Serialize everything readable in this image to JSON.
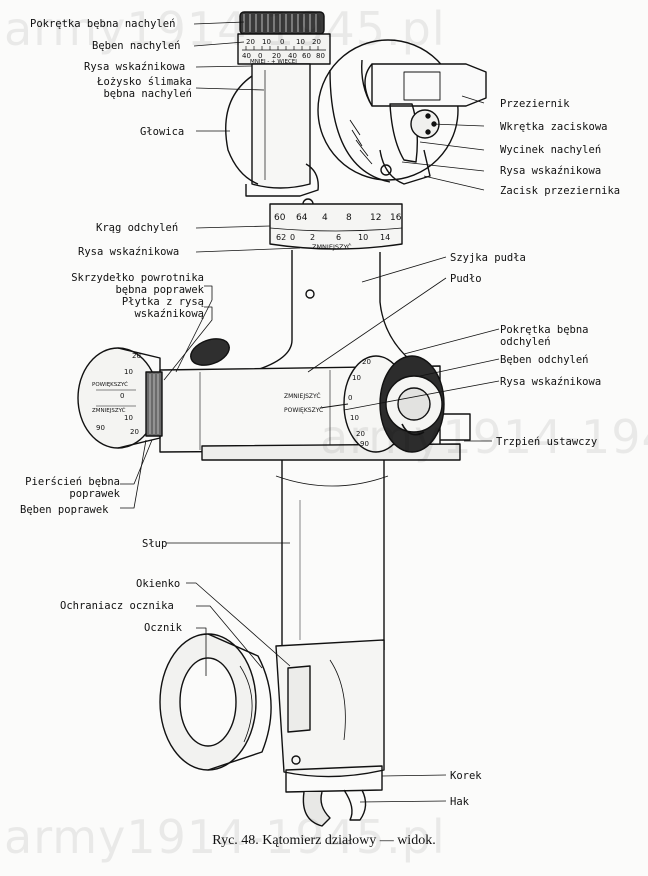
{
  "caption": "Ryc. 48. Kątomierz działowy — widok.",
  "watermark": "army1914-1945.pl",
  "labels_left": {
    "pokretka_bebna_nachylen": "Pokrętka bębna nachyleń",
    "beben_nachylen": "Bęben nachyleń",
    "rysa_wskaznikowa_1": "Rysa wskaźnikowa",
    "lozysko_1": "Łożysko ślimaka",
    "lozysko_2": "bębna nachyleń",
    "glowica": "Głowica",
    "krag_odchylen": "Krąg odchyleń",
    "rysa_wskaznikowa_2": "Rysa wskaźnikowa",
    "skrzydelko_1": "Skrzydełko powrotnika",
    "skrzydelko_2": "bębna poprawek",
    "plytka_1": "Płytka z rysą",
    "plytka_2": "wskaźnikową",
    "pierscien_1": "Pierścień bębna",
    "pierscien_2": "poprawek",
    "beben_poprawek": "Bęben poprawek",
    "slup": "Słup",
    "okienko": "Okienko",
    "ochraniacz": "Ochraniacz ocznika",
    "ocznik": "Ocznik"
  },
  "labels_right": {
    "przeziernik": "Przeziernik",
    "wkretka": "Wkrętka zaciskowa",
    "wycinek": "Wycinek nachyleń",
    "rysa_wskaznikowa_3": "Rysa wskaźnikowa",
    "zacisk": "Zacisk przeziernika",
    "szyjka": "Szyjka pudła",
    "pudlo": "Pudło",
    "pokretka_odchylen_1": "Pokrętka bębna",
    "pokretka_odchylen_2": "odchyleń",
    "beben_odchylen": "Bęben odchyleń",
    "rysa_wskaznikowa_4": "Rysa wskaźnikowa",
    "trzpien": "Trzpień ustawczy",
    "korek": "Korek",
    "hak": "Hak"
  },
  "markings": {
    "ring_scale_top": [
      "60",
      "64",
      "4",
      "8",
      "12",
      "16"
    ],
    "ring_scale_bottom": [
      "62",
      "0",
      "2",
      "6",
      "10",
      "14"
    ],
    "ring_word": "ZMNIEJSZYĆ",
    "tilt_drum_top": [
      "20",
      "10",
      "0",
      "10",
      "20"
    ],
    "tilt_drum_bottom": [
      "40",
      "0",
      "20",
      "40",
      "60",
      "80"
    ],
    "tilt_words": "MNIEJ - + WIĘCEJ",
    "deflection_smaller": "ZMNIEJSZYĆ",
    "deflection_larger": "POWIĘKSZYĆ",
    "deflection_ticks": [
      "20",
      "10",
      "0",
      "10",
      "20",
      "90"
    ],
    "correction_larger": "POWIĘKSZYĆ",
    "correction_smaller": "ZMNIEJSZYĆ",
    "correction_ticks": [
      "20",
      "10",
      "0",
      "10",
      "20",
      "90"
    ]
  }
}
